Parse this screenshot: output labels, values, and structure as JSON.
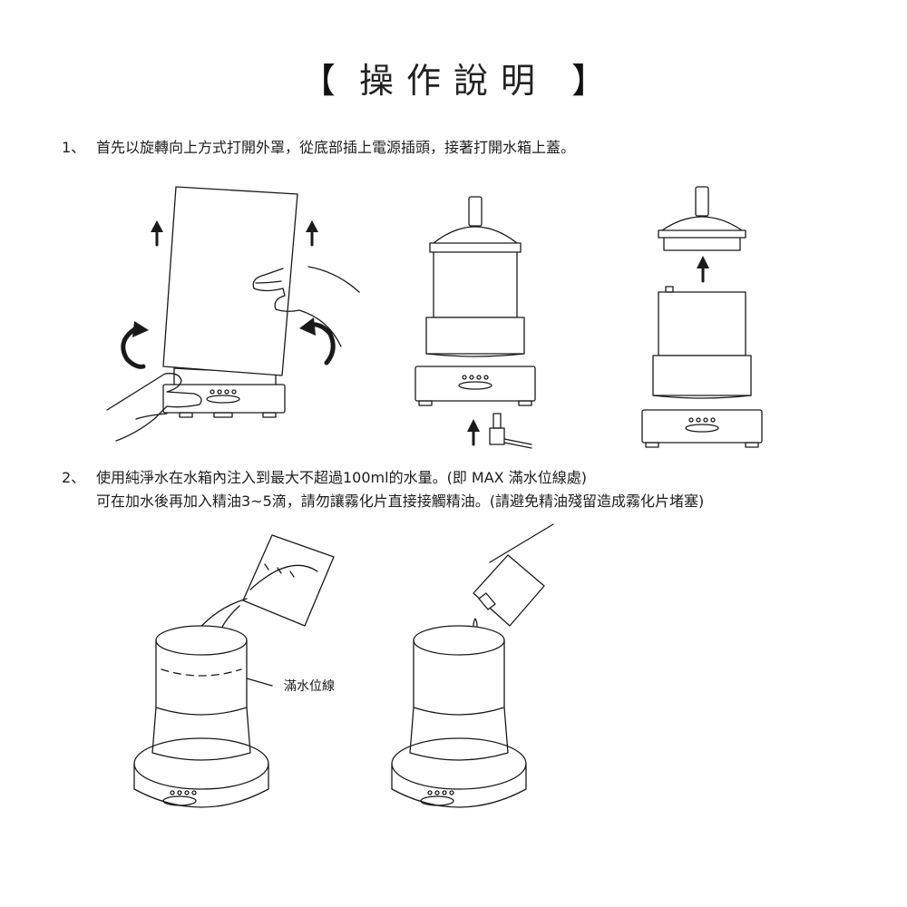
{
  "title": {
    "open": "【",
    "text": "操作說明",
    "close": "】"
  },
  "step1": {
    "number": "1、",
    "text": "首先以旋轉向上方式打開外罩，從底部插上電源插頭，接著打開水箱上蓋。"
  },
  "step2": {
    "number": "2、",
    "line1": "使用純淨水在水箱內注入到最大不超過100ml的水量。(即 MAX 滿水位線處)",
    "line2": "可在加水後再加入精油3~5滴，請勿讓霧化片直接接觸精油。(請避免精油殘留造成霧化片堵塞)"
  },
  "labels": {
    "water_line": "滿水位線"
  },
  "colors": {
    "line": "#1a1a1a",
    "background": "#ffffff"
  }
}
